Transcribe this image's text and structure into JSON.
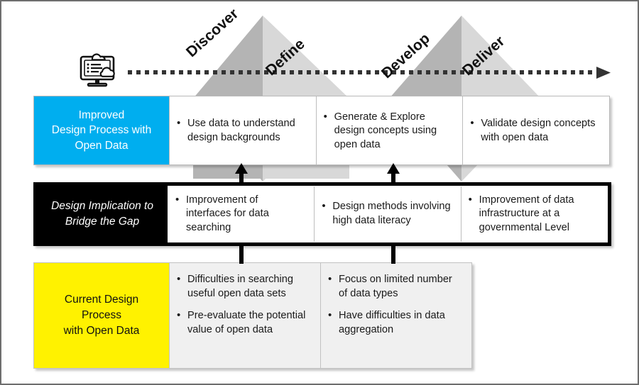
{
  "figure": {
    "phases": [
      {
        "id": "discover",
        "label": "Discover"
      },
      {
        "id": "define",
        "label": "Define"
      },
      {
        "id": "develop",
        "label": "Develop"
      },
      {
        "id": "deliver",
        "label": "Deliver"
      }
    ],
    "icon": "open-data-monitor-icon",
    "colors": {
      "improved_blue": "#00AEEF",
      "current_yellow": "#FFF200",
      "implication_black": "#000000",
      "diamond_dark": "#b3b3b3",
      "diamond_light": "#d9d9d9",
      "cell_gray": "#f0f0f0"
    },
    "rows": [
      {
        "id": "improved",
        "label": "Improved\nDesign Process with\nOpen Data",
        "label_lines": [
          "Improved",
          "Design Process with",
          "Open Data"
        ],
        "cells": [
          {
            "items": [
              "Use data to understand design backgrounds"
            ]
          },
          {
            "items": [
              "Generate & Explore design concepts using open data"
            ]
          },
          {
            "items": [
              "Validate design concepts with open data"
            ]
          }
        ]
      },
      {
        "id": "implication",
        "label_lines": [
          "Design Implication to",
          "Bridge the Gap"
        ],
        "cells": [
          {
            "items": [
              "Improvement of interfaces for data searching"
            ]
          },
          {
            "items": [
              "Design methods involving high data literacy"
            ]
          },
          {
            "items": [
              "Improvement of data infrastructure at a governmental Level"
            ]
          }
        ]
      },
      {
        "id": "current",
        "label_lines": [
          "Current Design",
          "Process",
          "with Open Data"
        ],
        "cells": [
          {
            "items": [
              "Difficulties in searching useful open data sets",
              "Pre-evaluate the potential value of open data"
            ]
          },
          {
            "items": [
              "Focus on limited number of data types",
              "Have difficulties in data aggregation"
            ]
          }
        ]
      }
    ]
  }
}
